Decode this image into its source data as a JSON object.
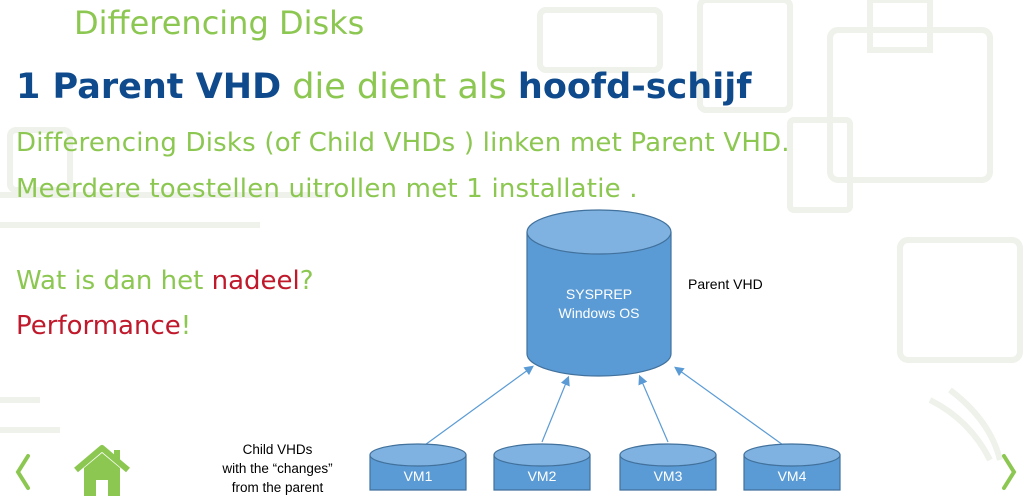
{
  "slide": {
    "title": "Differencing Disks",
    "headline_part1": "1 Parent VHD",
    "headline_part2": " die dient als ",
    "headline_part3": "hoofd-schijf",
    "line1": "Differencing Disks (of Child VHDs ) linken met Parent VHD.",
    "line2": "Meerdere toestellen uitrollen met 1 installatie .",
    "question_part1": "Wat is dan het ",
    "question_highlight": "nadeel",
    "question_part2": "?",
    "answer": "Performance",
    "answer_bang": "!"
  },
  "diagram": {
    "parent_line1": "SYSPREP",
    "parent_line2": "Windows OS",
    "parent_label": "Parent VHD",
    "children": [
      "VM1",
      "VM2",
      "VM3",
      "VM4"
    ],
    "child_label_line1": "Child VHDs",
    "child_label_line2": "with the “changes”",
    "child_label_line3": "from the parent"
  },
  "nav": {
    "prev_icon": "chevron-left-icon",
    "home_icon": "home-icon",
    "next_icon": "chevron-right-icon"
  },
  "colors": {
    "green": "#8cc751",
    "blue": "#0e4a8c",
    "red": "#c0192b",
    "cylinder": "#5b9bd5"
  }
}
